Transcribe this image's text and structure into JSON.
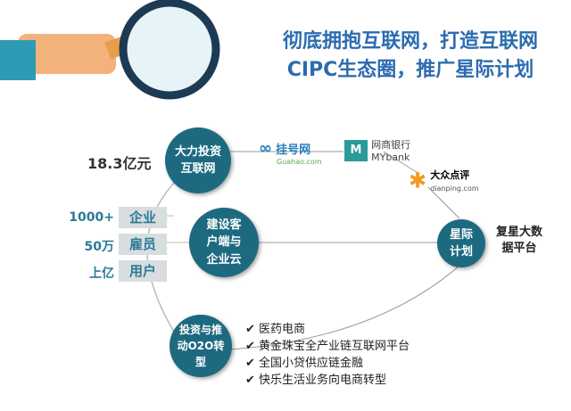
{
  "title": {
    "line1": "彻底拥抱互联网，打造互联网",
    "line2": "CIPC生态圈，推广星际计划"
  },
  "invest_amount": "18.3亿元",
  "nodes": {
    "invest": "大力投资互联网",
    "build": "建设客户端与企业云",
    "o2o": "投资与推动O2O转型",
    "star": "星际计划"
  },
  "stats": [
    {
      "value": "1000+",
      "label": "企业"
    },
    {
      "value": "50万",
      "label": "雇员"
    },
    {
      "value": "上亿",
      "label": "用户"
    }
  ],
  "logos": {
    "guahao": "挂号网",
    "guahao_url": "Guahao.com",
    "mybank": "网商银行",
    "mybank_en": "MYbank",
    "dianping": "大众点评",
    "dianping_url": "dianping.com"
  },
  "platform": "复星大数据平台",
  "checklist": [
    "医药电商",
    "黄金珠宝全产业链互联网平台",
    "全国小贷供应链金融",
    "快乐生活业务向电商转型"
  ],
  "colors": {
    "title": "#2b6cb0",
    "node": "#1d6a80"
  }
}
